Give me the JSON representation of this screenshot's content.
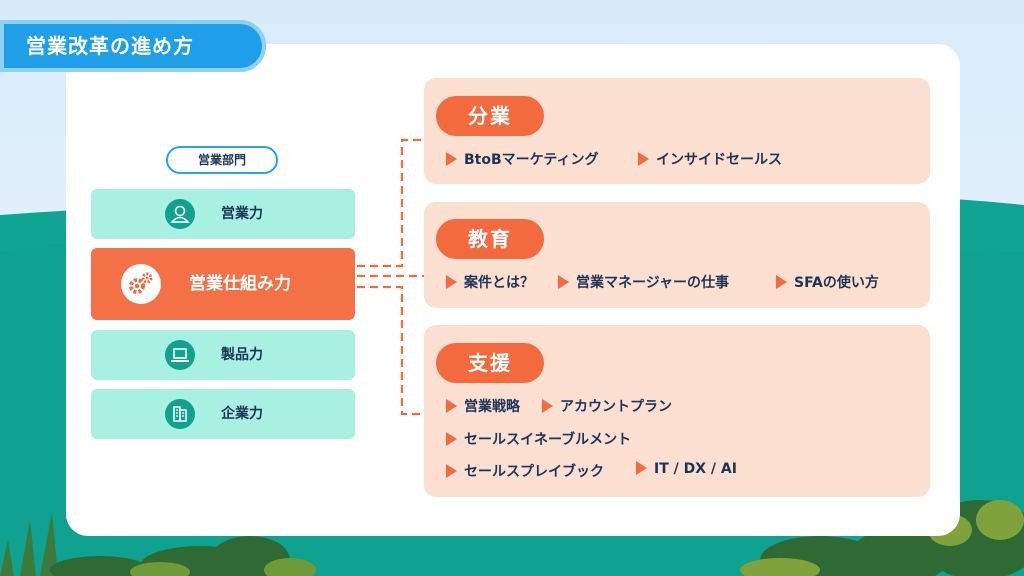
{
  "title": "営業改革の進め方",
  "department": "営業部門",
  "left_items": [
    {
      "label": "営業力",
      "icon": "person-icon"
    },
    {
      "label": "営業仕組み力",
      "icon": "gears-icon"
    },
    {
      "label": "製品力",
      "icon": "laptop-icon"
    },
    {
      "label": "企業力",
      "icon": "building-icon"
    }
  ],
  "categories": [
    {
      "name": "分業",
      "items": [
        "BtoBマーケティング",
        "インサイドセールス"
      ]
    },
    {
      "name": "教育",
      "items": [
        "案件とは？",
        "営業マネージャーの仕事",
        "SFAの使い方"
      ]
    },
    {
      "name": "支援",
      "items": [
        "営業戦略",
        "アカウントプラン",
        "セールスイネーブルメント",
        "セールスプレイブック",
        "IT / DX / AI"
      ]
    }
  ],
  "colors": {
    "accent": "#f26a3e",
    "teal": "#12a18e",
    "mint": "#a8f0e1",
    "peach": "#fbdfd0",
    "blue": "#1e9fe8",
    "navy": "#1c3557"
  }
}
